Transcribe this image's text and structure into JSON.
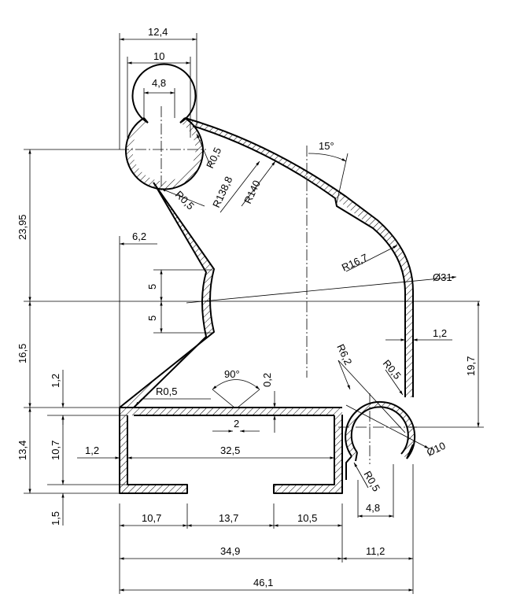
{
  "dimensions": {
    "d_12_4": "12,4",
    "d_10": "10",
    "d_4_8_top": "4,8",
    "d_r0_5_a": "R0,5",
    "d_r138_8": "R138,8",
    "d_r140": "R140",
    "d_15deg": "15°",
    "d_r0_5_b": "R0,5",
    "d_23_95": "23,95",
    "d_6_2": "6,2",
    "d_5_a": "5",
    "d_5_b": "5",
    "d_r16_7": "R16,7",
    "d_dia31": "Ø31",
    "d_16_5": "16,5",
    "d_1_2_right": "1,2",
    "d_19_7": "19,7",
    "d_r6_2": "R6,2",
    "d_r0_5_c": "R0,5",
    "d_90deg": "90°",
    "d_0_2": "0,2",
    "d_1_2_left": "1,2",
    "d_r0_5_d": "R0,5",
    "d_2": "2",
    "d_13_4": "13,4",
    "d_10_7_v": "10,7",
    "d_1_2_inner": "1,2",
    "d_32_5": "32,5",
    "d_dia10": "Ø10",
    "d_r0_5_e": "R0,5",
    "d_1_5": "1,5",
    "d_4_8_bottom": "4,8",
    "d_10_7_h": "10,7",
    "d_13_7": "13,7",
    "d_10_5": "10,5",
    "d_34_9": "34,9",
    "d_11_2": "11,2",
    "d_46_1": "46,1"
  }
}
